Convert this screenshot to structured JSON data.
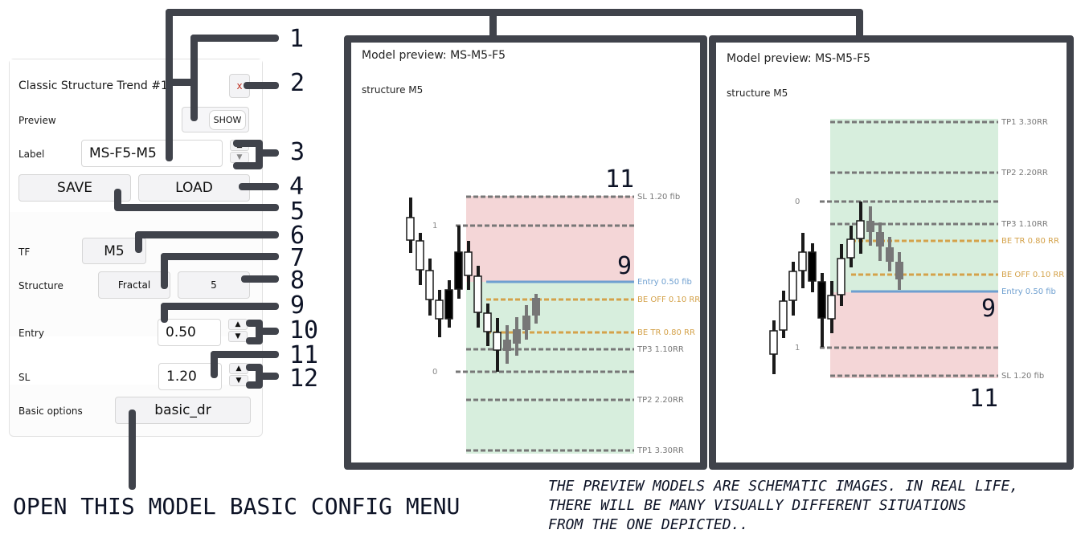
{
  "panel": {
    "title": "Classic Structure Trend #1",
    "close_label": "x",
    "preview_label": "Preview",
    "show_button": "SHOW",
    "label_label": "Label",
    "label_value": "MS-F5-M5",
    "save_button": "SAVE",
    "load_button": "LOAD",
    "tf_label": "TF",
    "tf_value": "M5",
    "structure_label": "Structure",
    "structure_type": "Fractal",
    "structure_value": "5",
    "entry_label": "Entry",
    "entry_value": "0.50",
    "sl_label": "SL",
    "sl_value": "1.20",
    "basic_options_label": "Basic options",
    "basic_options_value": "basic_dr",
    "spin_up": "▲",
    "spin_down": "▼"
  },
  "previews": [
    {
      "header": "Model preview: MS-M5-F5",
      "subtitle": "structure M5",
      "direction": "bullish",
      "levels": {
        "sl": "SL 1.20 fib",
        "entry": "Entry 0.50 fib",
        "be_off": "BE OFF 0.10 RR",
        "be_tr": "BE TR 0.80 RR",
        "tp3": "TP3 1.10RR",
        "tp2": "TP2 2.20RR",
        "tp1": "TP1 3.30RR",
        "fib1": "1",
        "fib0": "0"
      },
      "callouts": {
        "entry_zone": "9",
        "sl_zone": "11"
      }
    },
    {
      "header": "Model preview: MS-M5-F5",
      "subtitle": "structure M5",
      "direction": "bearish",
      "levels": {
        "tp1": "TP1 3.30RR",
        "tp2": "TP2 2.20RR",
        "tp3": "TP3 1.10RR",
        "be_tr": "BE TR 0.80 RR",
        "be_off": "BE OFF 0.10 RR",
        "entry": "Entry 0.50 fib",
        "sl": "SL 1.20 fib",
        "fib0": "0",
        "fib1": "1"
      },
      "callouts": {
        "entry_zone": "9",
        "sl_zone": "11"
      }
    }
  ],
  "callouts": [
    "1",
    "2",
    "3",
    "4",
    "5",
    "6",
    "7",
    "8",
    "9",
    "10",
    "11",
    "12"
  ],
  "notes": {
    "basic_config": "OPEN THIS MODEL BASIC CONFIG MENU",
    "disclaimer": "THE PREVIEW MODELS ARE SCHEMATIC IMAGES. IN REAL LIFE,\nTHERE WILL BE MANY VISUALLY DIFFERENT SITUATIONS\nFROM THE ONE DEPICTED.."
  },
  "colors": {
    "sl_zone": "#f4d6d7",
    "tp_zone": "#d7eedd",
    "entry_line": "#6e9fd0",
    "be_line": "#d4a24a",
    "level_line": "#777777",
    "wire": "#40434b",
    "callout_text": "#0d1326",
    "close_x": "#c0392b"
  }
}
